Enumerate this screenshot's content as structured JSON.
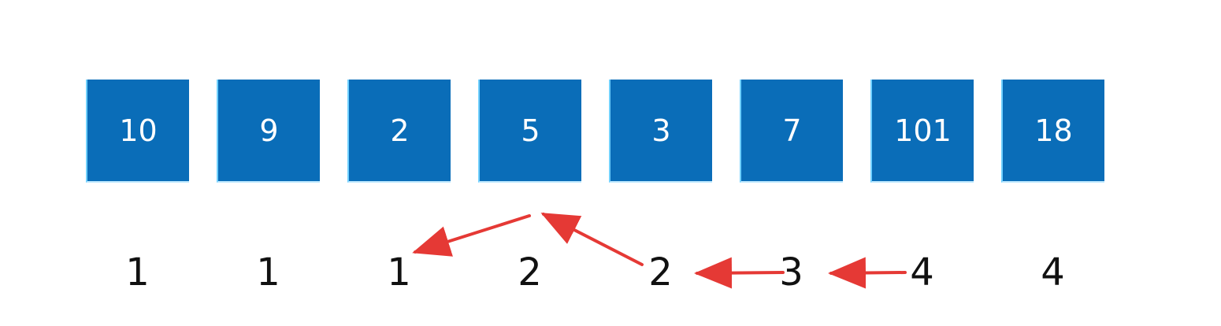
{
  "array": {
    "values": [
      "10",
      "9",
      "2",
      "5",
      "3",
      "7",
      "101",
      "18"
    ]
  },
  "lengths": {
    "values": [
      "1",
      "1",
      "1",
      "2",
      "2",
      "3",
      "4",
      "4"
    ]
  },
  "colors": {
    "box": "#0a6db8",
    "arrow": "#e53935"
  }
}
